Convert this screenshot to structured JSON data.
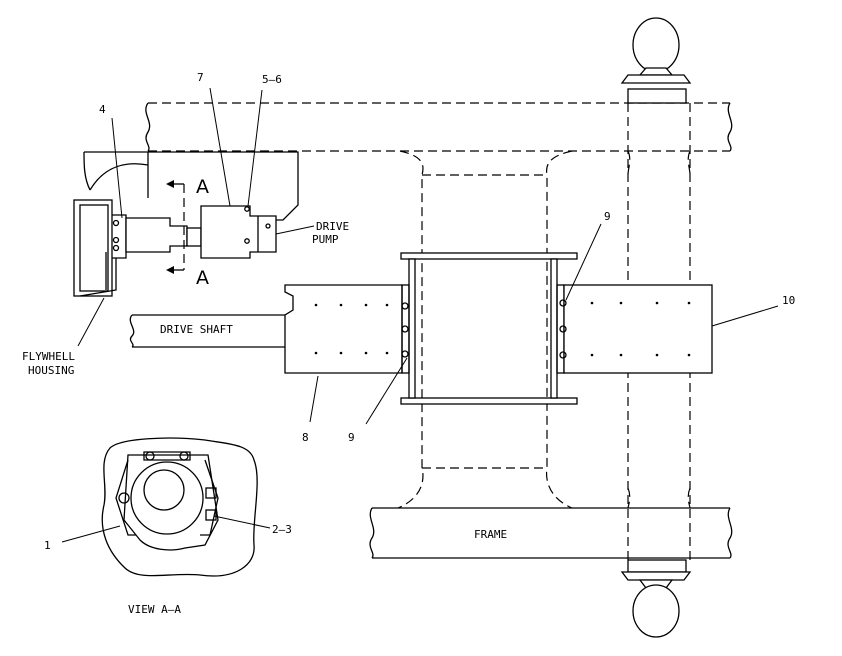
{
  "labels": {
    "p1": "1",
    "p23": "2–3",
    "p4": "4",
    "p56": "5–6",
    "p7": "7",
    "p8": "8",
    "p9_top": "9",
    "p9_bottom": "9",
    "p10": "10",
    "section_a_top": "A",
    "section_a_bottom": "A"
  },
  "captions": {
    "drive_pump_line1": "DRIVE",
    "drive_pump_line2": "PUMP",
    "flywheel_line1": "FLYWHELL",
    "flywheel_line2": "HOUSING",
    "drive_shaft": "DRIVE SHAFT",
    "frame": "FRAME",
    "view": "VIEW A–A"
  }
}
